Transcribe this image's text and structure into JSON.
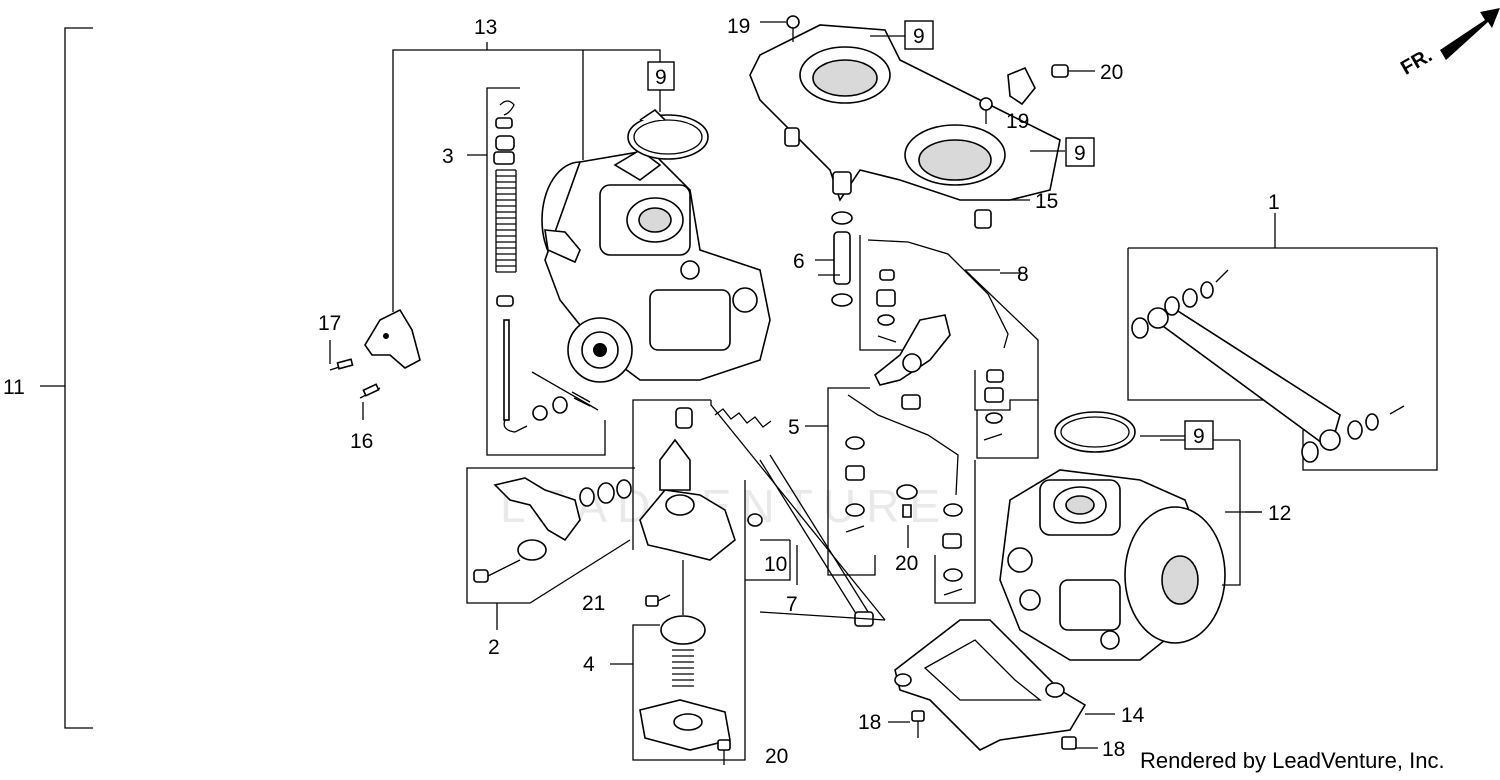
{
  "diagram": {
    "watermark": "LEADVENTURE",
    "credit": "Rendered by LeadVenture, Inc.",
    "direction_indicator": "FR.",
    "callouts": {
      "c1": "1",
      "c2": "2",
      "c3": "3",
      "c4": "4",
      "c5": "5",
      "c6": "6",
      "c7": "7",
      "c8": "8",
      "c10": "10",
      "c11": "11",
      "c12": "12",
      "c13": "13",
      "c14": "14",
      "c15": "15",
      "c16": "16",
      "c17": "17",
      "c18a": "18",
      "c18b": "18",
      "c19a": "19",
      "c19b": "19",
      "c20a": "20",
      "c20b": "20",
      "c20c": "20",
      "c21": "21"
    },
    "boxed_callouts": {
      "b9a": "9",
      "b9b": "9",
      "b9c": "9",
      "b9d": "9"
    }
  }
}
